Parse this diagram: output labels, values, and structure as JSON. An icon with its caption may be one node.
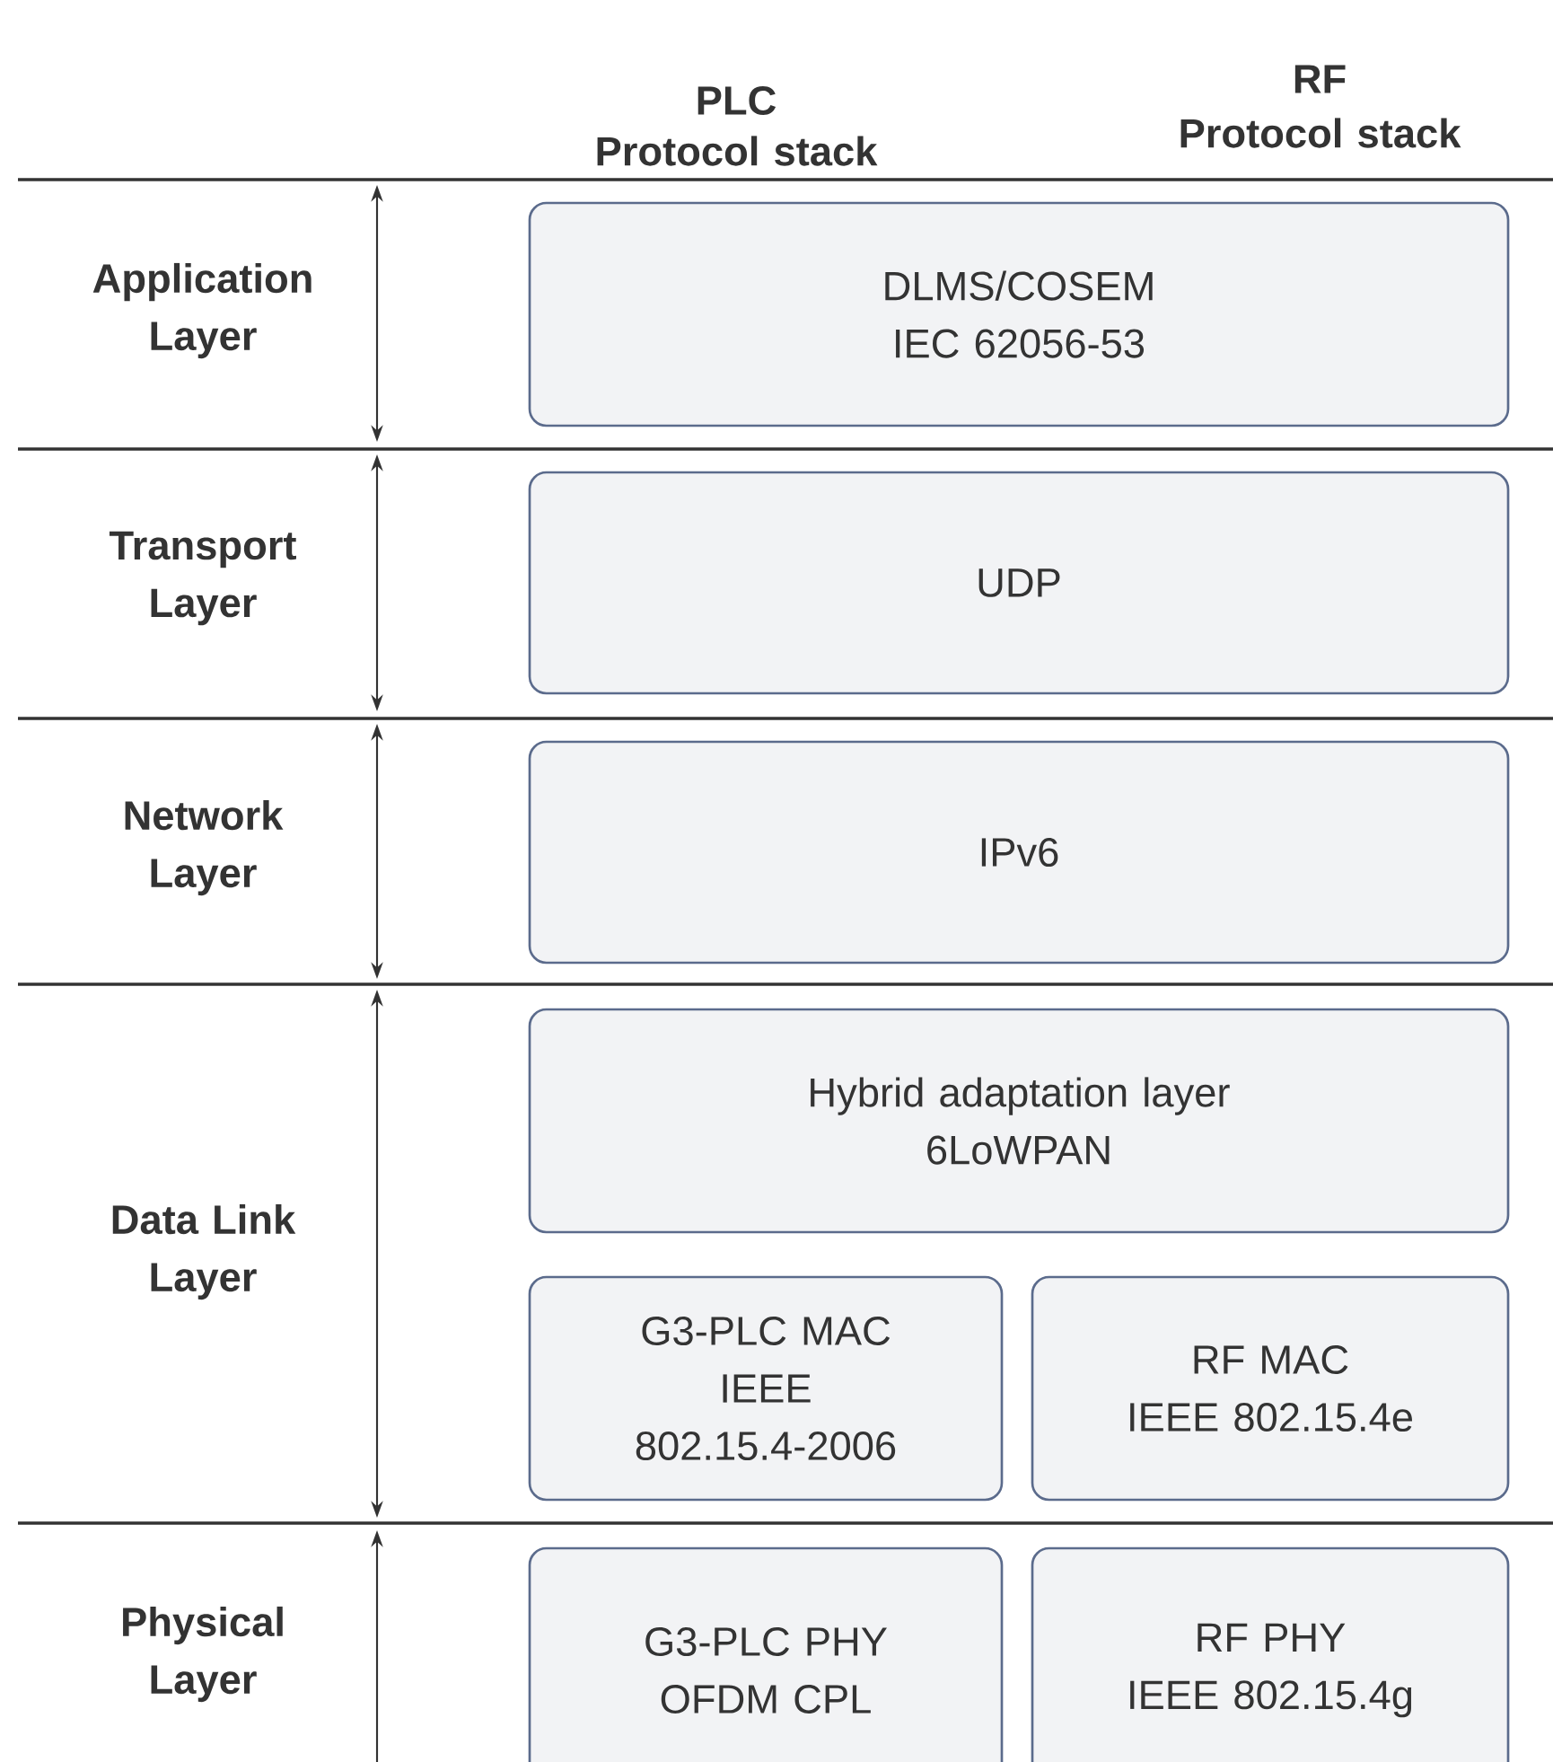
{
  "diagram": {
    "nodes": [
      {
        "text": [
          "DLMS/COSEM",
          "IEC 62056-53"
        ]
      },
      {
        "text": [
          "UDP"
        ]
      },
      {
        "text": [
          "IPv6"
        ]
      },
      {
        "text": [
          "Hybrid adaptation layer",
          "6LoWPAN"
        ]
      },
      {
        "text": [
          "G3-PLC MAC",
          "IEEE 802.15.4-2006"
        ]
      },
      {
        "text": [
          "RF MAC",
          "IEEE 802.15.4e"
        ]
      },
      {
        "text": [
          "G3-PLC PHY",
          "OFDM CPL"
        ]
      },
      {
        "text": [
          "RF PHY",
          "IEEE 802.15.4g"
        ]
      }
    ],
    "edges": [],
    "labels": [
      "PLC",
      "Protocol stack",
      "RF",
      "Protocol stack",
      "Application Layer",
      "Transport Layer",
      "Network Layer",
      "Data Link Layer",
      "Physical Layer"
    ]
  }
}
